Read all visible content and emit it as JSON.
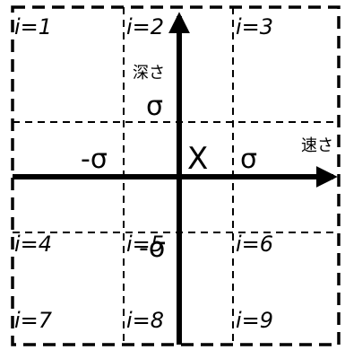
{
  "cells": [
    "i=1",
    "i=2",
    "i=3",
    "i=4",
    "i=5",
    "i=6",
    "i=7",
    "i=8",
    "i=9"
  ],
  "axes": {
    "vertical_label": "深さ",
    "horizontal_label": "速さ"
  },
  "ticks": {
    "sigma_up": "σ",
    "sigma_left": "-σ",
    "sigma_right": "σ",
    "sigma_down": "-σ"
  },
  "origin_label": "X",
  "colors": {
    "stroke": "#000000",
    "background": "#ffffff"
  }
}
